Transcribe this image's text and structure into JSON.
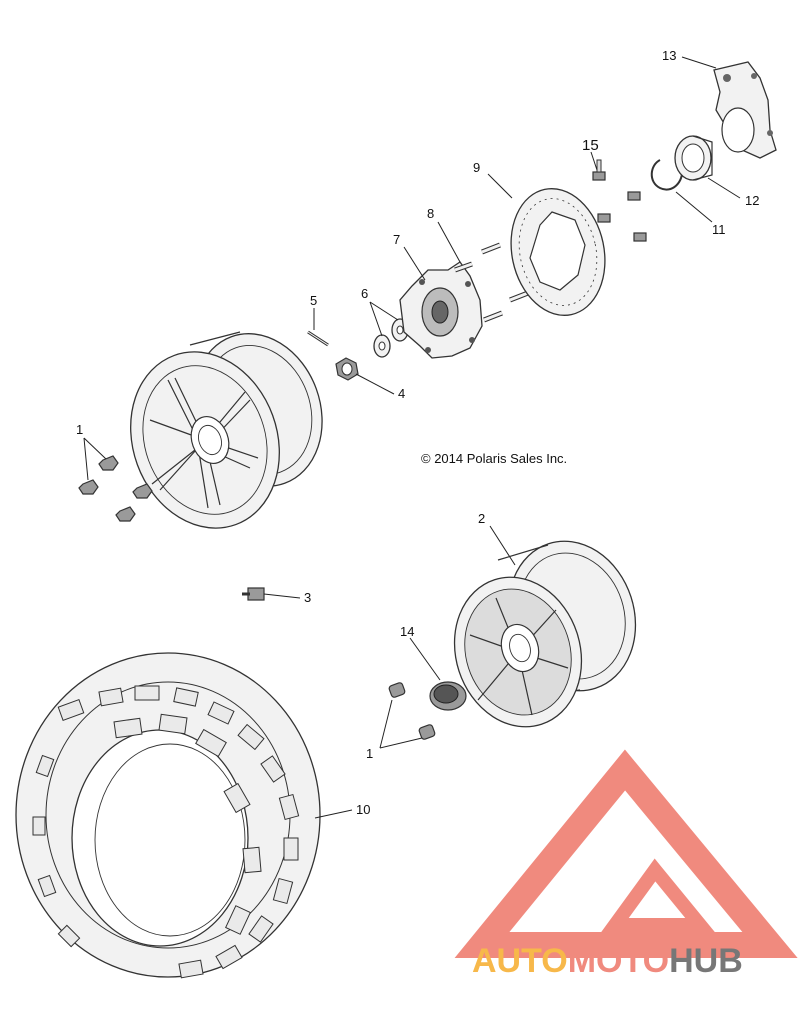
{
  "copyright": "© 2014 Polaris Sales Inc.",
  "brand": {
    "part1": "AUTO",
    "part2": "MOTO",
    "part3": "HUB",
    "color_accent": "#f7b84a",
    "color_main": "#f08a7e",
    "color_dark": "#777777"
  },
  "callouts": [
    {
      "id": "c1a",
      "text": "1"
    },
    {
      "id": "c1b",
      "text": "1"
    },
    {
      "id": "c2",
      "text": "2"
    },
    {
      "id": "c3",
      "text": "3"
    },
    {
      "id": "c4",
      "text": "4"
    },
    {
      "id": "c5",
      "text": "5"
    },
    {
      "id": "c6",
      "text": "6"
    },
    {
      "id": "c7",
      "text": "7"
    },
    {
      "id": "c8",
      "text": "8"
    },
    {
      "id": "c9",
      "text": "9"
    },
    {
      "id": "c10",
      "text": "10"
    },
    {
      "id": "c11",
      "text": "11"
    },
    {
      "id": "c12",
      "text": "12"
    },
    {
      "id": "c13",
      "text": "13"
    },
    {
      "id": "c14",
      "text": "14"
    },
    {
      "id": "c15",
      "text": "15"
    }
  ]
}
